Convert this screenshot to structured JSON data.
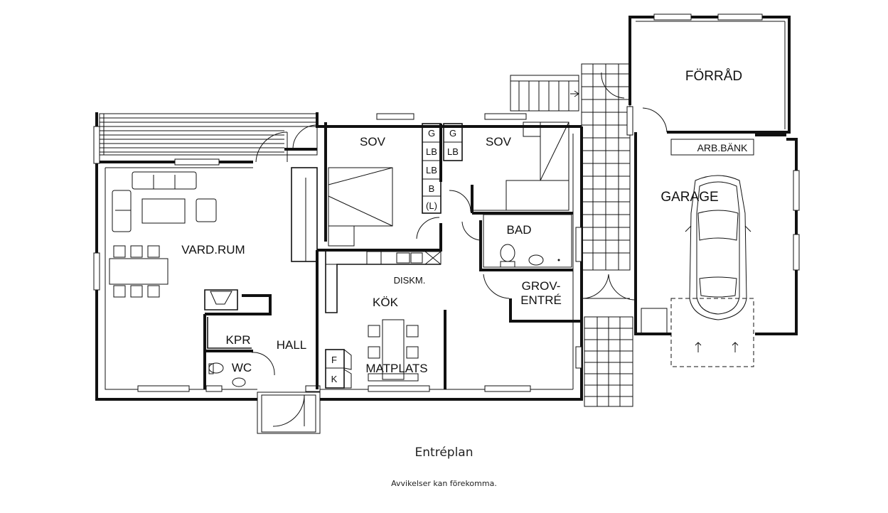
{
  "rooms": {
    "forrad": "FÖRRÅD",
    "arb_bank": "ARB.BÄNK",
    "garage": "GARAGE",
    "sov1": "SOV",
    "sov2": "SOV",
    "bad": "BAD",
    "vardrum": "VARD.RUM",
    "diskm": "DISKM.",
    "grov1": "GROV-",
    "grov2": "ENTRÉ",
    "kok": "KÖK",
    "kpr": "KPR",
    "hall": "HALL",
    "wc": "WC",
    "matplats": "MATPLATS"
  },
  "cabinets_left": [
    "G",
    "LB",
    "LB",
    "B",
    "(L)"
  ],
  "cabinets_right": [
    "G",
    "LB"
  ],
  "fridge": [
    "F",
    "K"
  ],
  "caption": "Entréplan",
  "disclaimer": "Avvikelser kan förekomma."
}
